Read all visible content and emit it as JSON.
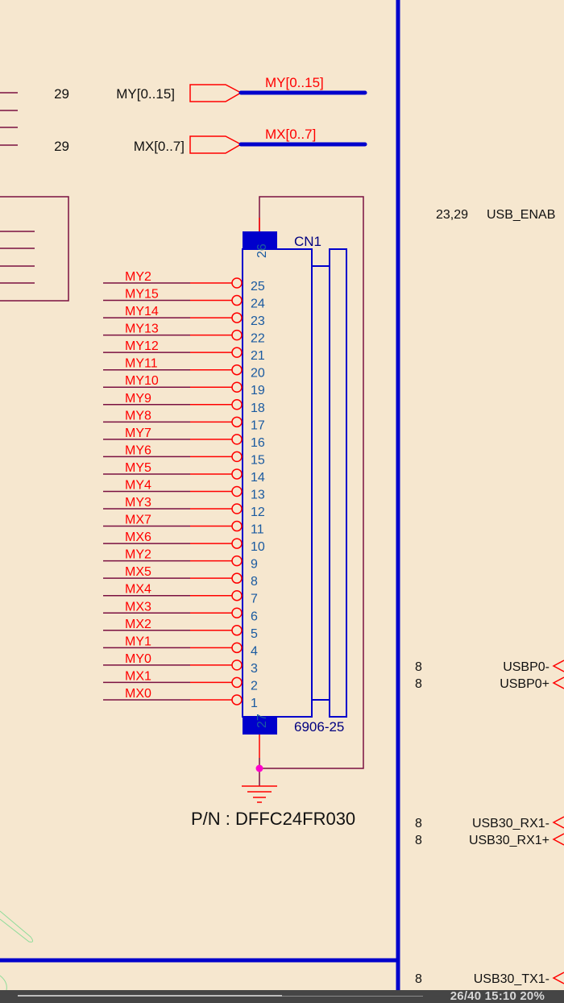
{
  "offpage": [
    {
      "ref": "29",
      "net": "MY[0..15]",
      "bus_label": "MY[0..15]"
    },
    {
      "ref": "29",
      "net": "MX[0..7]",
      "bus_label": "MX[0..7]"
    }
  ],
  "connector": {
    "refdes": "CN1",
    "part": "6906-25",
    "pn": "P/N : DFFC24FR030",
    "top_pin": "26",
    "bottom_pin": "27",
    "pins": [
      {
        "num": "25",
        "net": "MY2"
      },
      {
        "num": "24",
        "net": "MY15"
      },
      {
        "num": "23",
        "net": "MY14"
      },
      {
        "num": "22",
        "net": "MY13"
      },
      {
        "num": "21",
        "net": "MY12"
      },
      {
        "num": "20",
        "net": "MY11"
      },
      {
        "num": "19",
        "net": "MY10"
      },
      {
        "num": "18",
        "net": "MY9"
      },
      {
        "num": "17",
        "net": "MY8"
      },
      {
        "num": "16",
        "net": "MY7"
      },
      {
        "num": "15",
        "net": "MY6"
      },
      {
        "num": "14",
        "net": "MY5"
      },
      {
        "num": "13",
        "net": "MY4"
      },
      {
        "num": "12",
        "net": "MY3"
      },
      {
        "num": "11",
        "net": "MX7"
      },
      {
        "num": "10",
        "net": "MX6"
      },
      {
        "num": "9",
        "net": "MY2"
      },
      {
        "num": "8",
        "net": "MX5"
      },
      {
        "num": "7",
        "net": "MX4"
      },
      {
        "num": "6",
        "net": "MX3"
      },
      {
        "num": "5",
        "net": "MX2"
      },
      {
        "num": "4",
        "net": "MY1"
      },
      {
        "num": "3",
        "net": "MY0"
      },
      {
        "num": "2",
        "net": "MX1"
      },
      {
        "num": "1",
        "net": "MX0"
      }
    ]
  },
  "right_nets": [
    {
      "ref": "23,29",
      "net": "USB_ENAB"
    },
    {
      "ref": "8",
      "net": "USBP0-"
    },
    {
      "ref": "8",
      "net": "USBP0+"
    },
    {
      "ref": "8",
      "net": "USB30_RX1-"
    },
    {
      "ref": "8",
      "net": "USB30_RX1+"
    },
    {
      "ref": "8",
      "net": "USB30_TX1-"
    }
  ],
  "status": {
    "text": "26/40  15:10  20%",
    "scroll_position": 0.65
  },
  "colors": {
    "bus": "#0000cc",
    "wire": "#7a1040",
    "net_label": "#ff0000",
    "component": "#0000cc",
    "junction": "#ff00cc",
    "background": "#f6e7cf"
  }
}
